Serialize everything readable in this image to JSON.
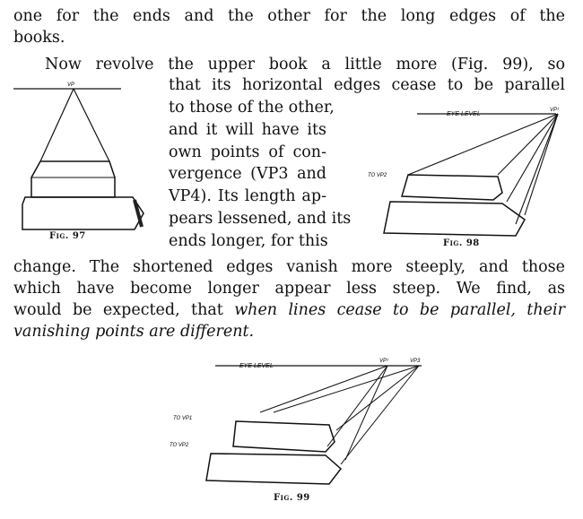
{
  "lines_top": [
    "one for the ends and the other for the long edges of the",
    "books."
  ],
  "line_now": "Now revolve the upper book a little more (Fig. 99), so",
  "column_lines": [
    "that its horizontal edges cease to be parallel",
    "to those of the other,",
    "and it will have its",
    "own points of con-",
    "vergence (VP3 and",
    "VP4). Its length ap-",
    "pears lessened, and its",
    "ends longer, for this"
  ],
  "lines_bottom": [
    "change. The shortened edges vanish more steeply, and those",
    "which have become longer appear less steep. We find, as",
    "would be expected, that "
  ],
  "italic_1": "when lines cease to be parallel, their",
  "italic_2": "vanishing points are different.",
  "figures": {
    "fig97": {
      "caption": "Fig. 97",
      "label_vp": "VP"
    },
    "fig98": {
      "caption": "Fig. 98",
      "eye_level": "EYE LEVEL",
      "vp": "VP¹",
      "to_vp": "TO VP2"
    },
    "fig99": {
      "caption": "Fig. 99",
      "eye_level": "EYE LEVEL",
      "vp": "VP¹",
      "vp3": "VP3",
      "to_vp1": "TO VP1",
      "to_vp2": "TO VP2"
    }
  }
}
